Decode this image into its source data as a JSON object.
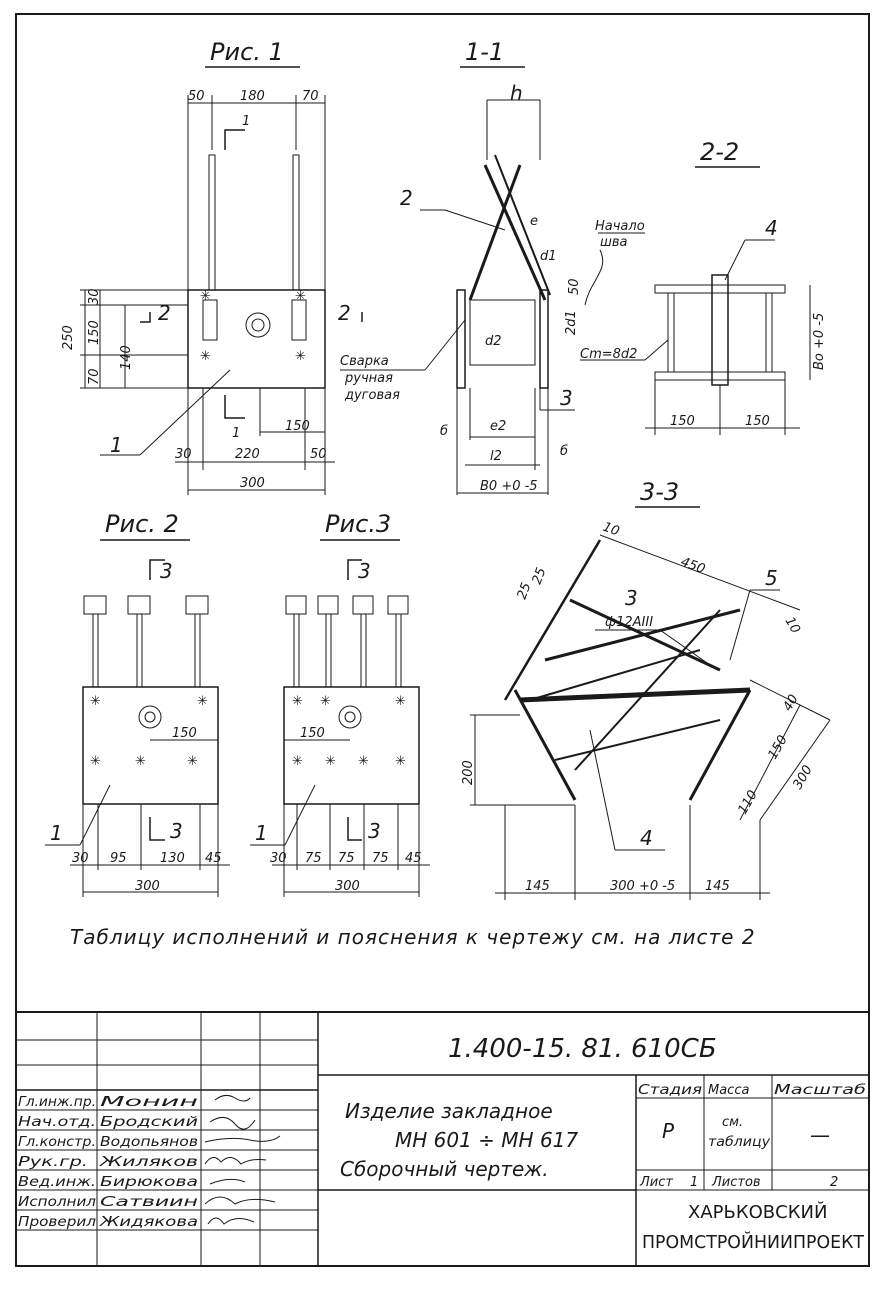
{
  "views": {
    "fig1": {
      "title": "Рис. 1",
      "dims_top": [
        "50",
        "180",
        "70"
      ],
      "dims_left": [
        "30",
        "150",
        "70",
        "250",
        "140"
      ],
      "dims_bottom": [
        "30",
        "220",
        "50",
        "300",
        "150"
      ],
      "section_marks": [
        "1",
        "1",
        "2",
        "2"
      ],
      "callouts": [
        "1"
      ]
    },
    "section11": {
      "title": "1-1",
      "top_dim": "h",
      "labels": [
        "2",
        "e",
        "d1",
        "d2",
        "2d1",
        "50",
        "3",
        "б",
        "б",
        "e2",
        "l2",
        "B0 +0 -5"
      ],
      "welding_label": [
        "Сварка",
        "ручная",
        "дуговая"
      ],
      "seam_start_label": [
        "Начало",
        "шва"
      ]
    },
    "section22": {
      "title": "2-2",
      "labels": [
        "4",
        "Bo +0 -5",
        "Cm=8d2"
      ],
      "dims_bottom": [
        "150",
        "150"
      ]
    },
    "fig2": {
      "title": "Рис. 2",
      "section_mark": "3",
      "dims_bottom": [
        "30",
        "95",
        "130",
        "45",
        "300"
      ],
      "dim_inner": "150",
      "callout": "1"
    },
    "fig3": {
      "title": "Рис.3",
      "section_mark": "3",
      "dims_bottom": [
        "30",
        "75",
        "75",
        "75",
        "45",
        "300"
      ],
      "dim_inner": "150",
      "callout": "1"
    },
    "section33": {
      "title": "3-3",
      "labels": [
        "3",
        "5",
        "4",
        "ф12АIII",
        "450",
        "25",
        "25",
        "10",
        "10"
      ],
      "dims_right": [
        "40",
        "150",
        "300",
        "110"
      ],
      "dim_left": "200",
      "dims_bottom": [
        "145",
        "300 +0 -5",
        "145"
      ]
    }
  },
  "note": "Таблицу исполнений и пояснения к чертежу см. на листе 2",
  "title_block": {
    "doc_number": "1.400-15. 81. 610СБ",
    "roles": [
      "Гл.инж.пр.",
      "Нач.отд.",
      "Гл.констр.",
      "Рук.гр.",
      "Вед.инж.",
      "Исполнил",
      "Проверил"
    ],
    "names": [
      "Монин",
      "Бродский",
      "Водопьянов",
      "Жиляков",
      "Бирюкова",
      "Сатвиин",
      "Жидякова"
    ],
    "item_title": [
      "Изделие закладное",
      "МН 601 ÷ МН 617",
      "Сборочный чертеж."
    ],
    "col_stage": "Стадия",
    "col_mass": "Масса",
    "col_scale": "Масштаб",
    "stage_value": "Р",
    "mass_value": [
      "см.",
      "таблицу"
    ],
    "scale_value": "—",
    "sheet_label": "Лист",
    "sheet_value": "1",
    "sheets_label": "Листов",
    "sheets_value": "2",
    "org": [
      "ХАРЬКОВСКИЙ",
      "ПРОМСТРОЙНИИПРОЕКТ"
    ]
  }
}
